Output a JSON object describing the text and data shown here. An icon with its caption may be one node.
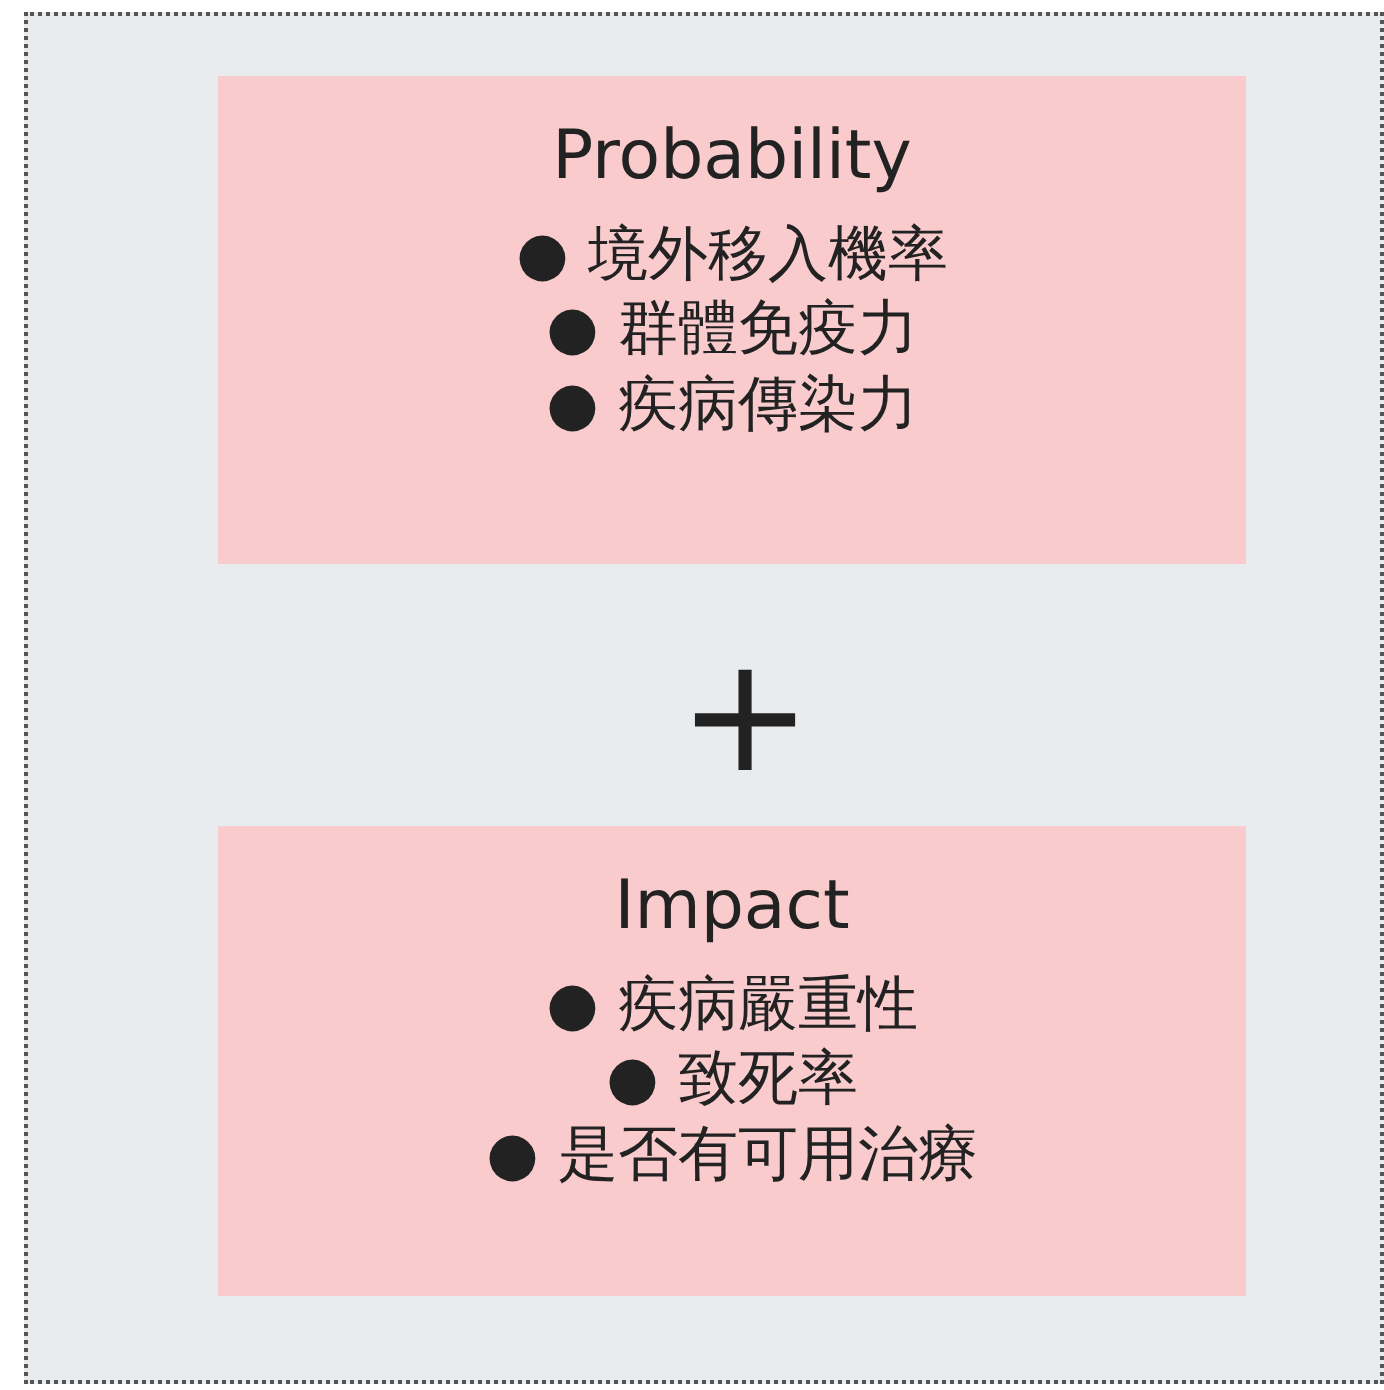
{
  "diagram": {
    "nodes": [
      {
        "text": [],
        "shape": "box"
      },
      {
        "text": [
          "Probability",
          "● 境外移入機率",
          "● 群體免疫力",
          "● 疾病傳染力"
        ],
        "in": 0
      },
      {
        "text": [
          "Impact",
          "● 疾病嚴重性",
          "● 致死率",
          "● 是否有可用治療"
        ],
        "in": 0
      }
    ],
    "labels": [
      "+"
    ]
  }
}
